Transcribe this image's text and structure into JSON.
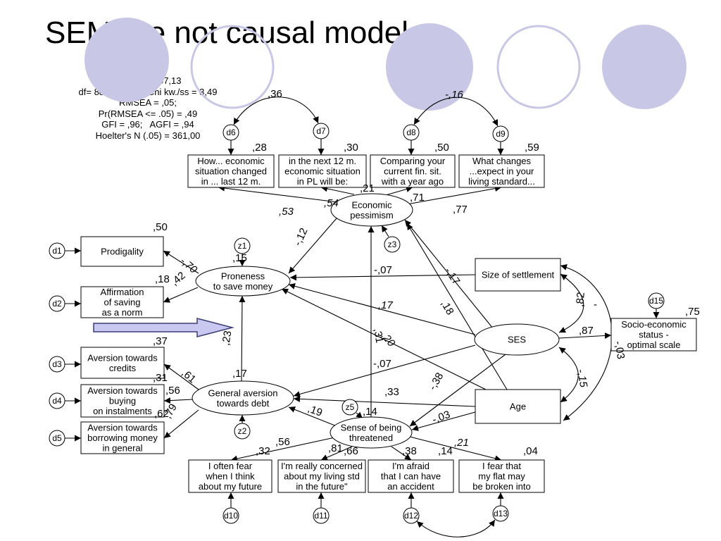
{
  "title": "SEM are not causal models",
  "fit_stats": [
    "Chi sq. = 307,13",
    "df= 88   p = ,00;  Chi kw./ss = 3,49",
    "RMSEA = ,05;",
    "Pr(RMSEA <= .05) = ,49",
    "GFI = ,96;   AGFI = ,94",
    "Hoelter's N (.05) = 361,00"
  ],
  "colors": {
    "decorative_circles": "#c8c8e6",
    "arrow_fill": "#c8c8f0",
    "arrow_stroke": "#3c3c78"
  },
  "boxes": {
    "q1": [
      "How... economic",
      "situation changed",
      "in ... last 12 m."
    ],
    "q2": [
      "in the next 12 m.",
      "economic situation",
      "in PL will be:"
    ],
    "q3": [
      "Comparing your",
      "current fin. sit.",
      "with a year ago"
    ],
    "q4": [
      "What changes",
      "...expect in your",
      "living standard..."
    ],
    "prodigality": [
      "Prodigality"
    ],
    "affirmation": [
      "Affirmation",
      "of saving",
      "as a norm"
    ],
    "aversion_credits": [
      "Aversion towards",
      "credits"
    ],
    "aversion_buying": [
      "Aversion towards",
      "buying",
      "on instalments"
    ],
    "aversion_borrowing": [
      "Aversion towards",
      "borrowing money",
      "in general"
    ],
    "size_settlement": [
      "Size of settlement"
    ],
    "ses_scale": [
      "Socio-economic",
      "status -",
      "optimal scale"
    ],
    "age": [
      "Age"
    ],
    "fear1": [
      "I often fear",
      "when I think",
      "about my future"
    ],
    "fear2": [
      "I'm really concerned",
      "about my living std",
      "in the future\""
    ],
    "fear3": [
      "I'm afraid",
      "that I can have",
      "an accident"
    ],
    "fear4": [
      "I fear that",
      "my flat may",
      "be broken into"
    ]
  },
  "latents": {
    "economic_pessimism": [
      "Economic",
      "pessimism"
    ],
    "proneness": [
      "Proneness",
      "to save money"
    ],
    "ses": [
      "SES"
    ],
    "general_aversion": [
      "General aversion",
      "towards debt"
    ],
    "sense_threatened": [
      "Sense of being",
      "threatened"
    ]
  },
  "errors": {
    "d1": "d1",
    "d2": "d2",
    "d3": "d3",
    "d4": "d4",
    "d5": "d5",
    "d6": "d6",
    "d7": "d7",
    "d8": "d8",
    "d9": "d9",
    "d10": "d10",
    "d11": "d11",
    "d12": "d12",
    "d13": "d13",
    "d15": "d15",
    "z1": "z1",
    "z2": "z2",
    "z3": "z3",
    "z5": "z5"
  },
  "coefficients": {
    "c36": ",36",
    "c16": "-,16",
    "r28": ",28",
    "r30": ",30",
    "r50a": ",50",
    "r59": ",59",
    "l53": ",53",
    "l54": ",54",
    "l21": ",21",
    "l71": ",71",
    "l77": ",77",
    "r50b": ",50",
    "p70": "-,70",
    "p15": ",15",
    "r18": ",18",
    "p42": ",42",
    "m12": "-,12",
    "m07a": "-,07",
    "m17a": "-,17",
    "m18": ",18",
    "m82": ",82",
    "mm": "-",
    "m17b": ",17",
    "m87": ",87",
    "r75": ",75",
    "m03a": "-,03",
    "m31": ",31",
    "m20": ",20",
    "m23": ",23",
    "r37": ",37",
    "g61": ",61",
    "m17c": ",17",
    "m07b": "-,07",
    "m38a": "-,38",
    "m15": "-,15",
    "r31": ",31",
    "g56": ",56",
    "m33": ",33",
    "r62": ",62",
    "g79": ",79",
    "m19": ",19",
    "m14": ",14",
    "m03b": "-,03",
    "t32": ",32",
    "t56": ",56",
    "t81": ",81",
    "t66": ",66",
    "t38": ",38",
    "t14": ",14",
    "t21": ",21",
    "t04": ",04"
  }
}
